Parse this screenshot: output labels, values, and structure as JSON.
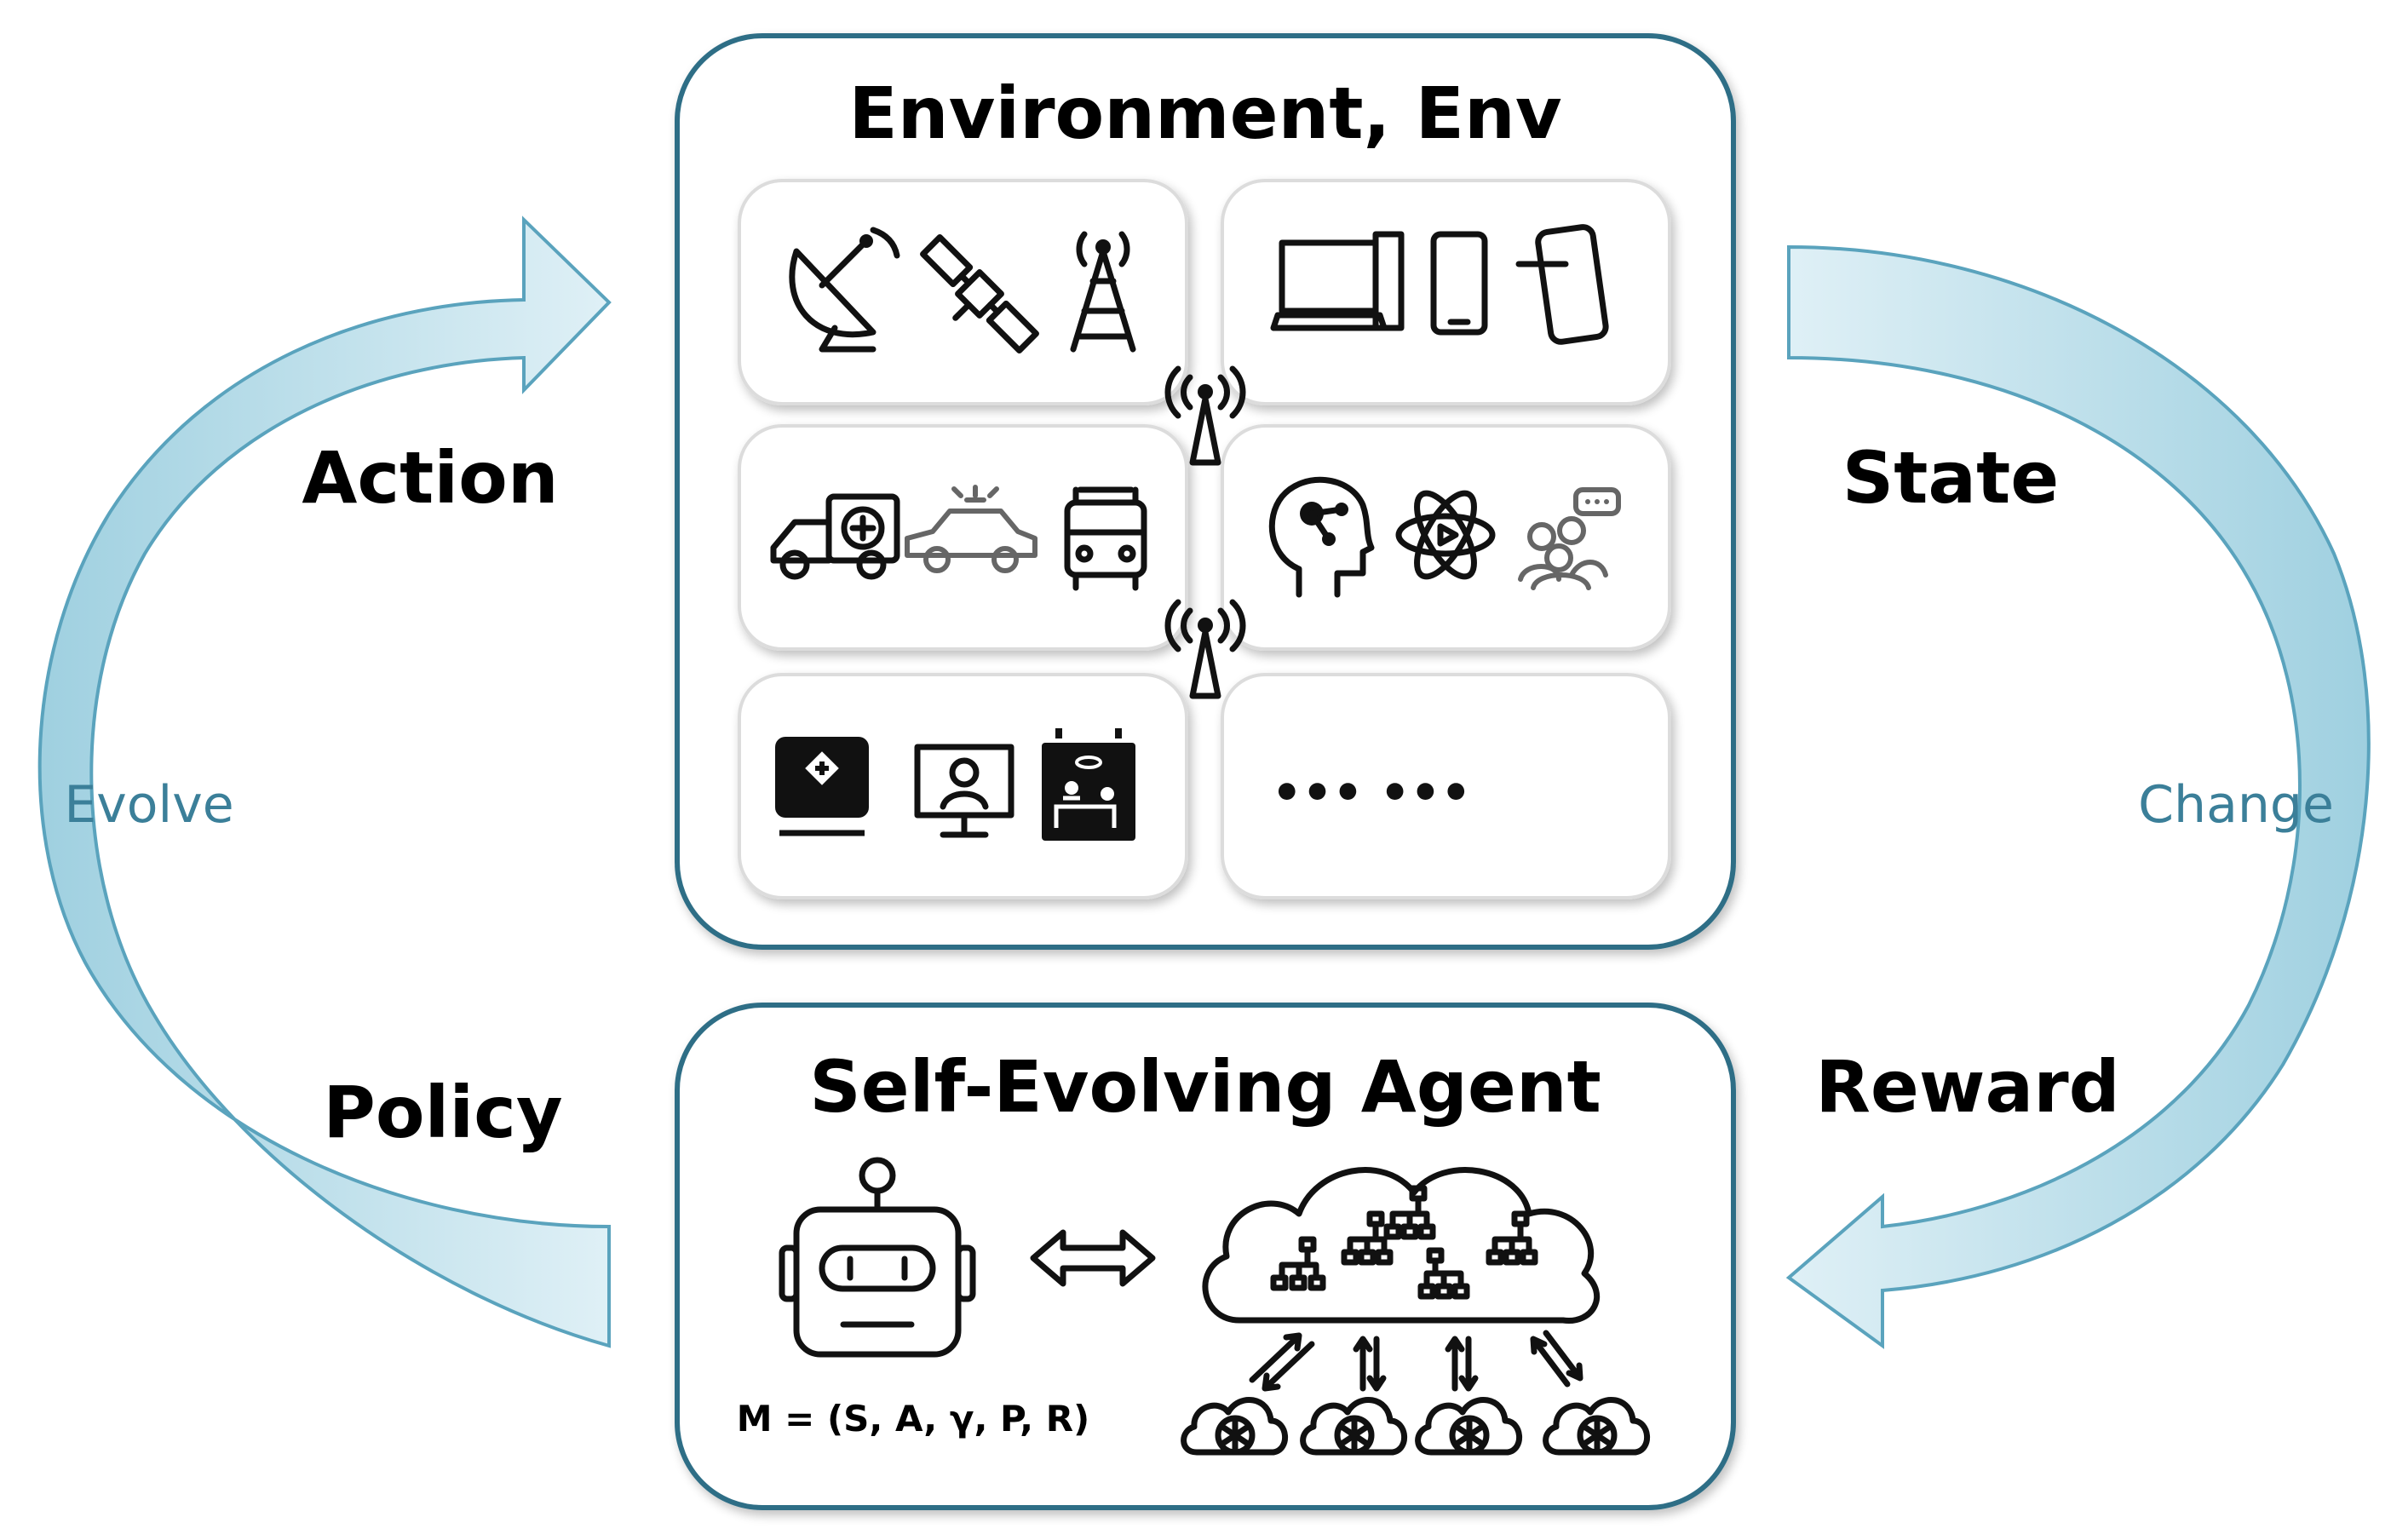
{
  "environment": {
    "title": "Environment, Env",
    "ellipsis": "••• •••"
  },
  "agent": {
    "title": "Self-Evolving Agent",
    "formula": "M  = (S, A, γ, P, R)"
  },
  "loop": {
    "action": "Action",
    "policy": "Policy",
    "state": "State",
    "reward": "Reward",
    "evolve": "Evolve",
    "change": "Change"
  },
  "colors": {
    "box_border": "#2f6e86",
    "arrow_fill": "#b9dde8",
    "arrow_stroke": "#5aa3bd",
    "label_accent": "#3b7f99",
    "panel_border": "#dcdcdc"
  },
  "icons": {
    "row1_left": [
      "satellite-dish-icon",
      "satellite-icon",
      "radio-tower-icon"
    ],
    "row1_right": [
      "desktop-computer-icon",
      "smartphone-icon",
      "tablet-touch-icon"
    ],
    "row2_left": [
      "ambulance-icon",
      "police-car-icon",
      "fire-truck-icon"
    ],
    "row2_right": [
      "brain-head-icon",
      "atom-icon",
      "people-chat-icon"
    ],
    "row3_left": [
      "medical-monitor-icon",
      "telemedicine-screen-icon",
      "surgery-board-icon"
    ],
    "connectors": [
      "antenna-tower-icon",
      "antenna-tower-icon"
    ],
    "agent": [
      "robot-icon",
      "bidirectional-arrow-icon",
      "cloud-network-icon",
      "sync-arrows-icon",
      "edge-cloud-icon"
    ]
  }
}
